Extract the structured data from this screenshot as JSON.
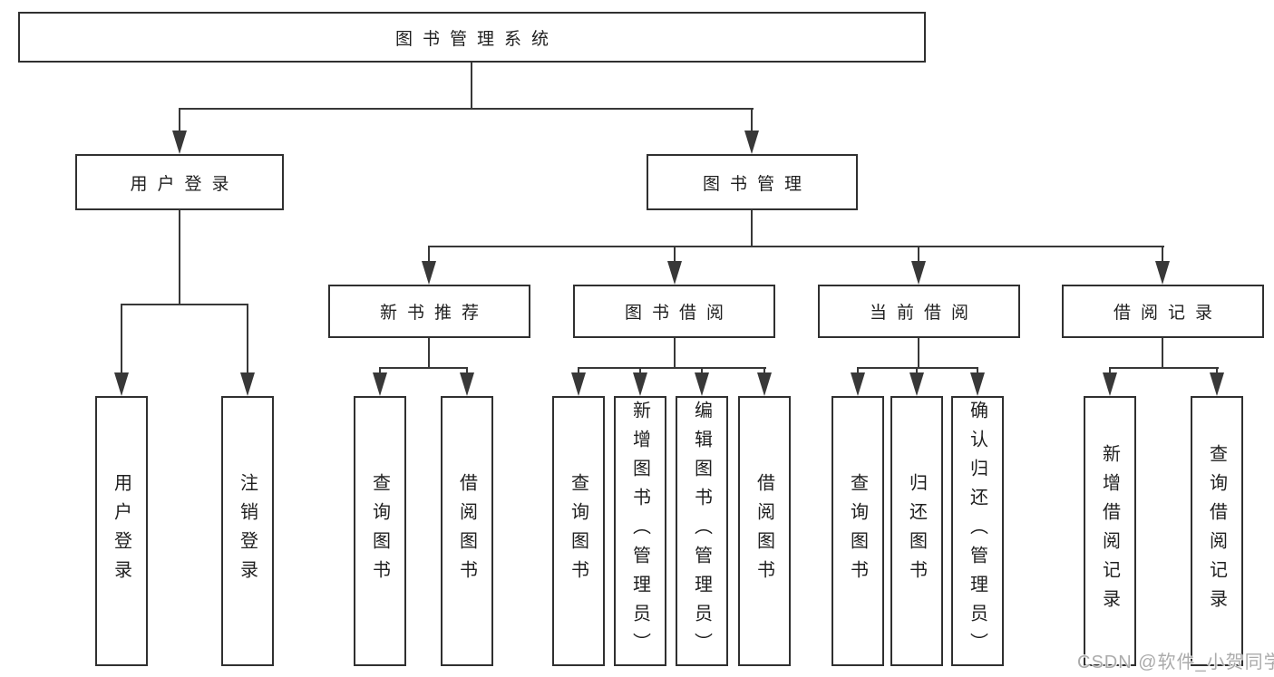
{
  "title": "图书管理系统",
  "colors": {
    "background": "#ffffff",
    "border": "#303030",
    "line": "#383838",
    "text": "#1f1f1f",
    "watermark": "#ababab"
  },
  "nodes": {
    "root": "图书管理系统",
    "user_login": "用户登录",
    "book_mgmt": "图书管理",
    "new_book_rec": "新书推荐",
    "book_borrow": "图书借阅",
    "current_borrow": "当前借阅",
    "borrow_record": "借阅记录",
    "leaf_user_login": "用户登录",
    "leaf_logout": "注销登录",
    "leaf_rec_query": "查询图书",
    "leaf_rec_borrow": "借阅图书",
    "leaf_bb_query": "查询图书",
    "leaf_bb_add": "新增图书（管理员）",
    "leaf_bb_edit": "编辑图书（管理员）",
    "leaf_bb_borrow": "借阅图书",
    "leaf_cb_query": "查询图书",
    "leaf_cb_return": "归还图书",
    "leaf_cb_confirm": "确认归还（管理员）",
    "leaf_br_add": "新增借阅记录",
    "leaf_br_query": "查询借阅记录"
  },
  "hierarchy": {
    "图书管理系统": {
      "用户登录": [
        "用户登录",
        "注销登录"
      ],
      "图书管理": {
        "新书推荐": [
          "查询图书",
          "借阅图书"
        ],
        "图书借阅": [
          "查询图书",
          "新增图书（管理员）",
          "编辑图书（管理员）",
          "借阅图书"
        ],
        "当前借阅": [
          "查询图书",
          "归还图书",
          "确认归还（管理员）"
        ],
        "借阅记录": [
          "新增借阅记录",
          "查询借阅记录"
        ]
      }
    }
  },
  "watermark": "CSDN @软件_小贺同学"
}
